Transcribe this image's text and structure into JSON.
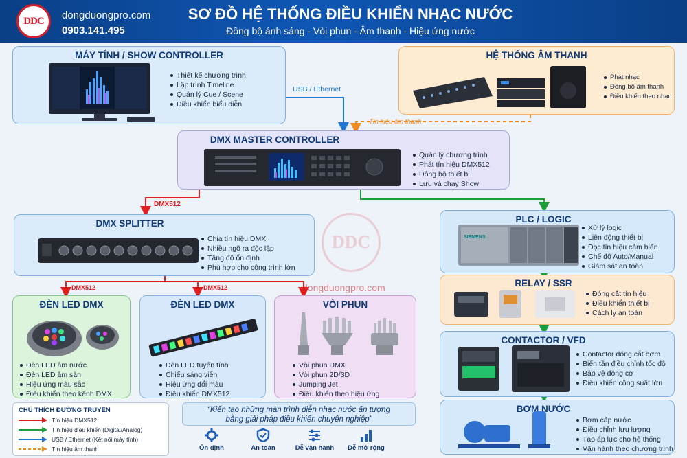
{
  "header": {
    "site": "dongduongpro.com",
    "phone": "0903.141.495",
    "logo_text": "DDC",
    "title": "SƠ ĐỒ HỆ THỐNG ĐIỀU KHIỂN NHẠC NƯỚC",
    "subtitle": "Đồng bộ ánh sáng - Vòi phun - Âm thanh - Hiệu ứng nước"
  },
  "colors": {
    "dmx": "#e02020",
    "control": "#1e9e3a",
    "usb": "#1f78d1",
    "audio": "#f08c1e"
  },
  "pc": {
    "title": "MÁY TÍNH / SHOW CONTROLLER",
    "items": [
      "Thiết kế chương trình",
      "Lập trình Timeline",
      "Quản lý Cue / Scene",
      "Điều khiển biểu diễn"
    ]
  },
  "audio": {
    "title": "HỆ THỐNG ÂM THANH",
    "items": [
      "Phát nhạc",
      "Đồng bộ âm thanh",
      "Điều khiển theo nhạc"
    ]
  },
  "dmx": {
    "title": "DMX MASTER CONTROLLER",
    "items": [
      "Quản lý chương trình",
      "Phát tín hiệu DMX512",
      "Đồng bộ thiết bị",
      "Lưu và chạy Show"
    ]
  },
  "splitter": {
    "title": "DMX  SPLITTER",
    "items": [
      "Chia tín hiệu DMX",
      "Nhiều ngõ ra độc lập",
      "Tăng độ ổn định",
      "Phù hợp cho công trình lớn"
    ]
  },
  "led1": {
    "title": "ĐÈN LED DMX",
    "items": [
      "Đèn LED âm nước",
      "Đèn LED âm sàn",
      "Hiệu ứng màu sắc",
      "Điều khiển theo kênh DMX"
    ]
  },
  "led2": {
    "title": "ĐÈN LED DMX",
    "items": [
      "Đèn LED tuyến tính",
      "Chiếu sáng viền",
      "Hiệu ứng đổi màu",
      "Điều khiển DMX512"
    ]
  },
  "pump": {
    "title": "VÒI PHUN",
    "items": [
      "Vòi phun DMX",
      "Vòi phun 2D/3D",
      "Jumping Jet",
      "Điều khiển theo hiệu ứng"
    ]
  },
  "plc": {
    "title": "PLC / LOGIC",
    "brand": "SIEMENS",
    "items": [
      "Xử lý logic",
      "Liên động thiết bị",
      "Đọc tín hiệu cảm biến",
      "Chế độ Auto/Manual",
      "Giám sát an toàn"
    ]
  },
  "relay": {
    "title": "RELAY / SSR",
    "items": [
      "Đóng cắt tín hiệu",
      "Điều khiển thiết bị",
      "Cách ly an toàn"
    ]
  },
  "vfd": {
    "title": "CONTACTOR / VFD",
    "items": [
      "Contactor đóng cắt bơm",
      "Biến tần điều chỉnh tốc độ",
      "Bảo vệ động cơ",
      "Điều khiển công suất lớn"
    ]
  },
  "bom": {
    "title": "BƠM NƯỚC",
    "items": [
      "Bơm cấp nước",
      "Điều chỉnh lưu lượng",
      "Tạo áp lực cho hệ thống",
      "Vận hành theo chương trình"
    ]
  },
  "links": {
    "usb": "USB / Ethernet",
    "audio_signal": "Tín hiệu âm thanh",
    "dmx512": "DMX512"
  },
  "legend": {
    "title": "CHÚ THÍCH ĐƯỜNG TRUYỀN",
    "items": [
      "Tín hiệu DMX512",
      "Tín hiệu điều khiển (Digital/Analog)",
      "USB / Ethernet (Kết nối máy tính)",
      "Tín hiệu âm thanh"
    ]
  },
  "quote": {
    "line1": "“Kiến tạo những màn trình diễn nhạc nước ấn tượng",
    "line2": "bằng giải pháp điều khiển chuyên nghiệp”"
  },
  "features": [
    "Ổn định",
    "An toàn",
    "Dễ vận hành",
    "Dễ mở rộng"
  ],
  "watermark": {
    "logo": "DDC",
    "site": "dongduongpro.com"
  }
}
